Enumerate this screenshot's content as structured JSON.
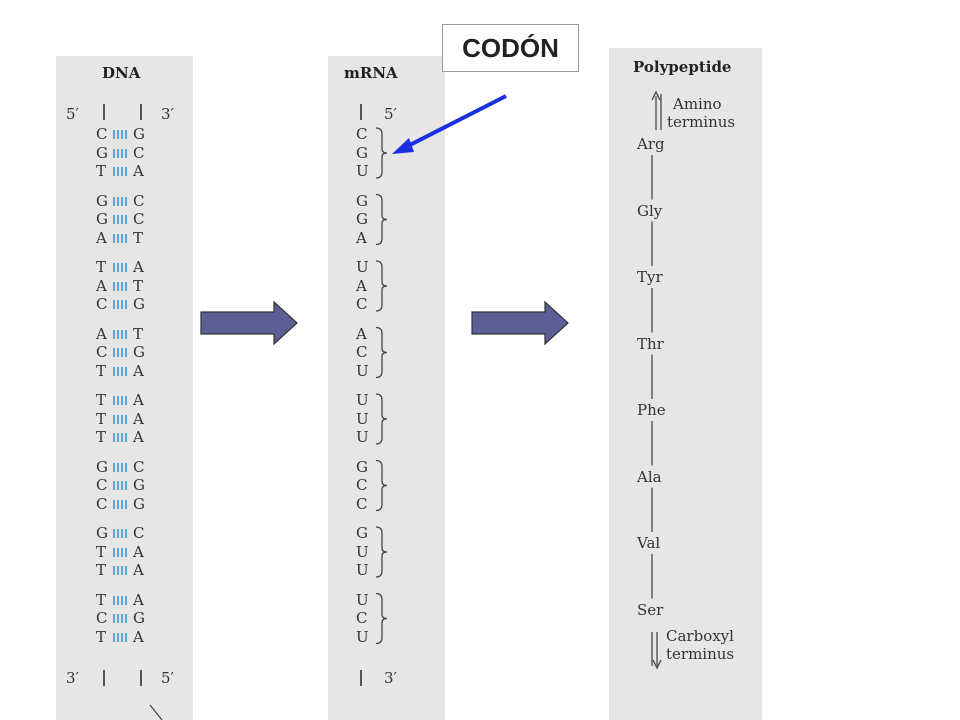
{
  "dna": {
    "title": "DNA",
    "top_left": "5′",
    "top_right": "3′",
    "bottom_left": "3′",
    "bottom_right": "5′",
    "pairs": [
      [
        "C",
        "G"
      ],
      [
        "G",
        "C"
      ],
      [
        "T",
        "A"
      ],
      [
        "G",
        "C"
      ],
      [
        "G",
        "C"
      ],
      [
        "A",
        "T"
      ],
      [
        "T",
        "A"
      ],
      [
        "A",
        "T"
      ],
      [
        "C",
        "G"
      ],
      [
        "A",
        "T"
      ],
      [
        "C",
        "G"
      ],
      [
        "T",
        "A"
      ],
      [
        "T",
        "A"
      ],
      [
        "T",
        "A"
      ],
      [
        "T",
        "A"
      ],
      [
        "G",
        "C"
      ],
      [
        "C",
        "G"
      ],
      [
        "C",
        "G"
      ],
      [
        "G",
        "C"
      ],
      [
        "T",
        "A"
      ],
      [
        "T",
        "A"
      ],
      [
        "T",
        "A"
      ],
      [
        "C",
        "G"
      ],
      [
        "T",
        "A"
      ]
    ]
  },
  "mrna": {
    "title": "mRNA",
    "top_right": "5′",
    "bottom_right": "3′",
    "bases": [
      "C",
      "G",
      "U",
      "G",
      "G",
      "A",
      "U",
      "A",
      "C",
      "A",
      "C",
      "U",
      "U",
      "U",
      "U",
      "G",
      "C",
      "C",
      "G",
      "U",
      "U",
      "U",
      "C",
      "U"
    ]
  },
  "polypeptide": {
    "title": "Polypeptide",
    "amino_label_1": "Amino",
    "amino_label_2": "terminus",
    "carboxyl_label_1": "Carboxyl",
    "carboxyl_label_2": "terminus",
    "residues": [
      "Arg",
      "Gly",
      "Tyr",
      "Thr",
      "Phe",
      "Ala",
      "Val",
      "Ser"
    ]
  },
  "codon_label": "CODÓN",
  "colors": {
    "arrow_fill": "#5b5f96",
    "pointer": "#1a2fe0",
    "hbond": "#5da6d8",
    "panel": "#e6e6e6"
  }
}
